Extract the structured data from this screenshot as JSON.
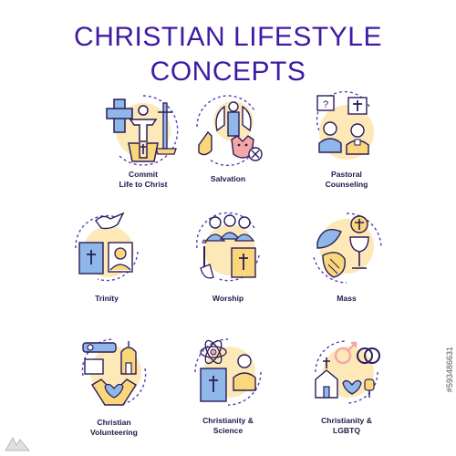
{
  "title": {
    "line1": "CHRISTIAN LIFESTYLE",
    "line2": "CONCEPTS"
  },
  "colors": {
    "title": "#3f1aa3",
    "stroke": "#2b1b5c",
    "yellow": "#fbd77c",
    "blue": "#8fb8e8",
    "pink": "#f6a6a6",
    "dashed_arc": "#5b3db4"
  },
  "icons": [
    {
      "name": "commit-life-to-christ-icon",
      "label": "Commit\nLife to Christ"
    },
    {
      "name": "salvation-icon",
      "label": "Salvation"
    },
    {
      "name": "pastoral-counseling-icon",
      "label": "Pastoral\nCounseling"
    },
    {
      "name": "trinity-icon",
      "label": "Trinity"
    },
    {
      "name": "worship-icon",
      "label": "Worship"
    },
    {
      "name": "mass-icon",
      "label": "Mass"
    },
    {
      "name": "christian-volunteering-icon",
      "label": "Christian\nVolunteering"
    },
    {
      "name": "christianity-science-icon",
      "label": "Christianity &\nScience"
    },
    {
      "name": "christianity-lgbtq-icon",
      "label": "Christianity &\nLGBTQ"
    }
  ],
  "side_watermark": "#593486631"
}
